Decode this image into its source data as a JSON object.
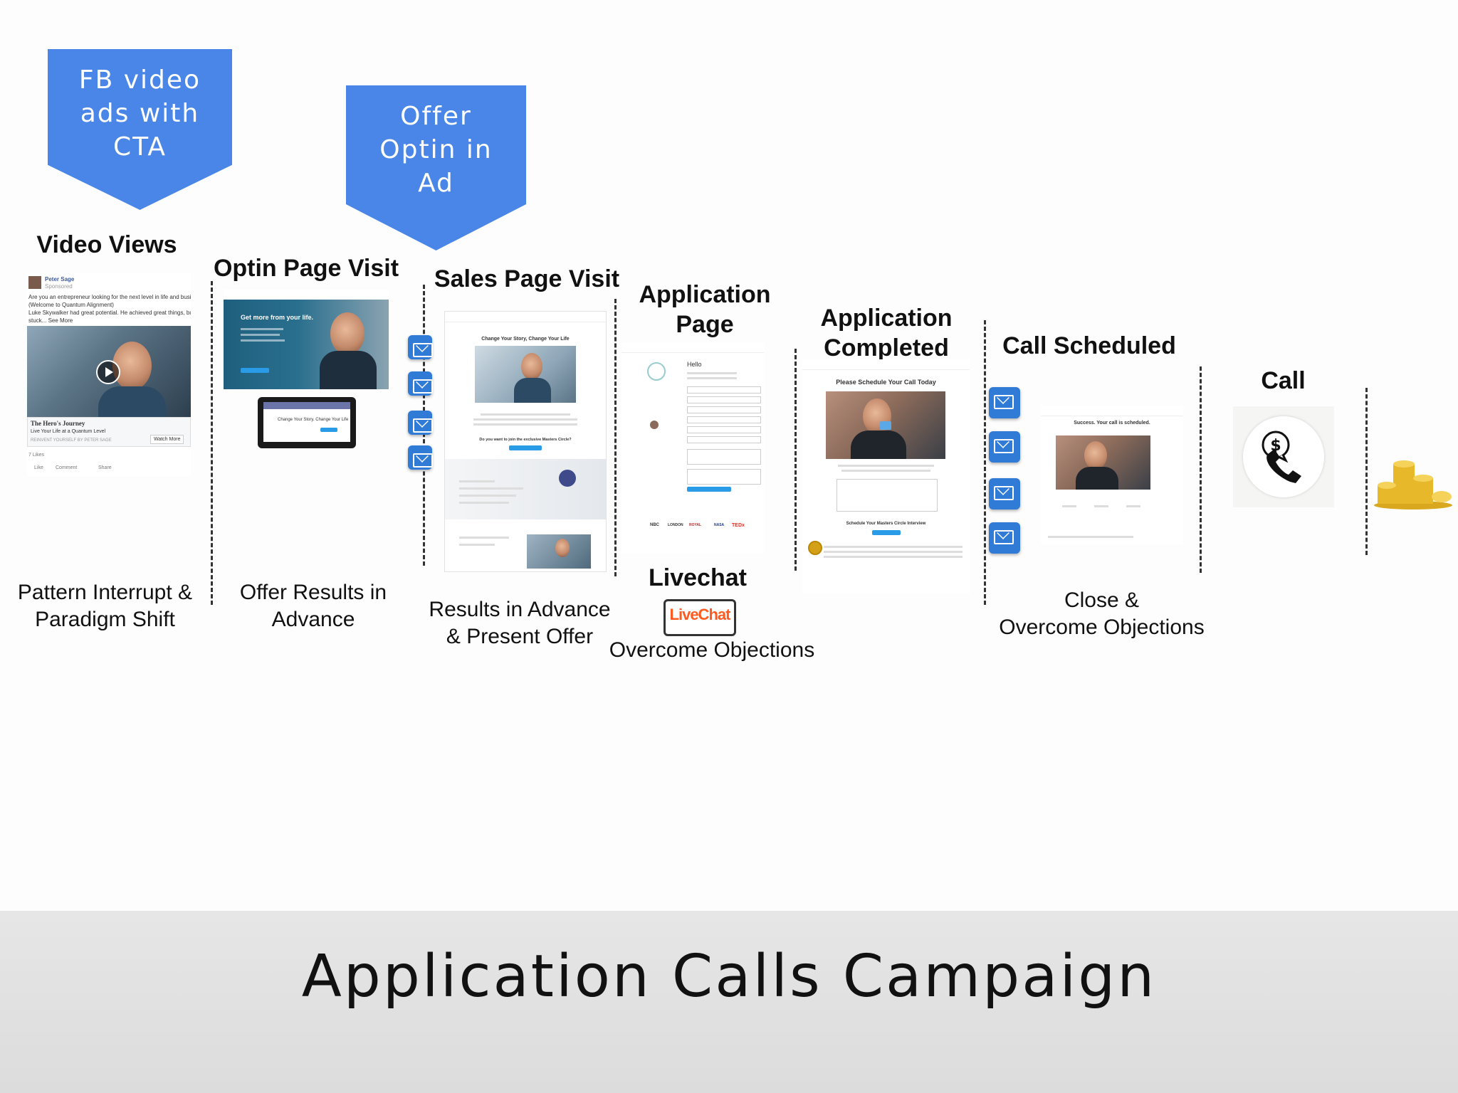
{
  "banners": {
    "fb_ads": "FB video\nads with\nCTA",
    "offer_optin": "Offer\nOptin in\nAd"
  },
  "stages": [
    {
      "title": "Video Views",
      "caption": "Pattern Interrupt &\nParadigm Shift"
    },
    {
      "title": "Optin Page Visit",
      "caption": "Offer Results in\nAdvance"
    },
    {
      "title": "Sales Page Visit",
      "caption": "Results in Advance\n& Present Offer"
    },
    {
      "title": "Application\nPage",
      "caption": "Overcome Objections",
      "extra_title": "Livechat"
    },
    {
      "title": "Application\nCompleted",
      "caption": ""
    },
    {
      "title": "Call Scheduled",
      "caption": "Close &\nOvercome Objections"
    },
    {
      "title": "Call",
      "caption": ""
    }
  ],
  "screens": {
    "fb_post": {
      "name": "Peter Sage",
      "sponsored": "Sponsored",
      "body1": "Are you an entrepreneur looking for the next level in life and business?",
      "body2": "(Welcome to Quantum Alignment)",
      "body3": "Luke Skywalker had great potential. He achieved great things, but then he got",
      "body4": "stuck... See More",
      "card_title": "The Hero's Journey",
      "card_sub": "Live Your Life at a Quantum Level",
      "card_src": "REINVENT YOURSELF BY PETER SAGE",
      "card_btn": "Watch More",
      "likes": "7 Likes",
      "actions": [
        "Like",
        "Comment",
        "Share"
      ]
    },
    "optin": {
      "headline": "Get more from your life.",
      "laptop_text": "Change Your Story. Change Your Life"
    },
    "sales": {
      "headline": "Change Your Story, Change Your Life",
      "question": "Do you want to join the exclusive Masters Circle?"
    },
    "application": {
      "greeting": "Hello",
      "logos": [
        "NBC",
        "LONDON",
        "ROYAL",
        "NASA",
        "TEDx"
      ]
    },
    "completed": {
      "headline": "Please Schedule Your Call Today",
      "sub": "Schedule Your Masters Circle Interview"
    },
    "scheduled": {
      "headline": "Success. Your call is scheduled."
    }
  },
  "livechat_logo": "LiveChat",
  "footer_title": "Application Calls Campaign",
  "colors": {
    "banner": "#4a86e8",
    "mail_icon": "#2f7bd6",
    "footer_bg": "#e0e0e0"
  }
}
